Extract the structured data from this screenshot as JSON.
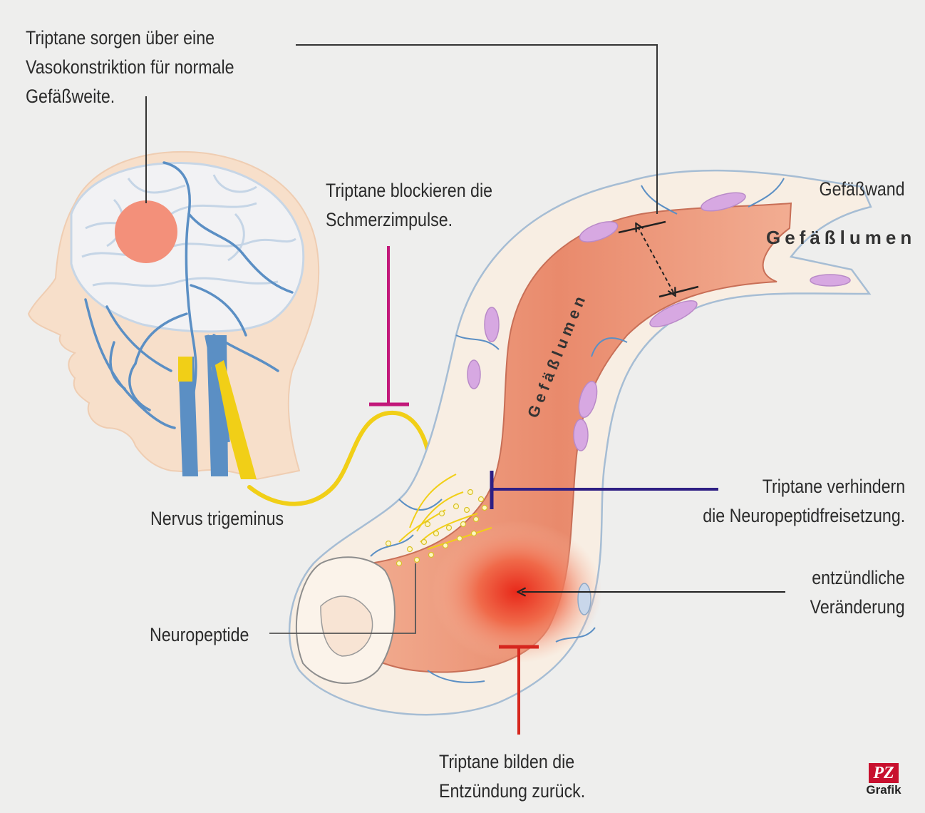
{
  "labels": {
    "vasoconstriction": [
      "Triptane sorgen über eine",
      "Vasokonstriktion für normale",
      "Gefäßweite."
    ],
    "block_pain": [
      "Triptane blockieren die",
      "Schmerzimpulse."
    ],
    "vessel_wall": "Gefäßwand",
    "vessel_lumen_right": "Gefäßlumen",
    "vessel_lumen_inner": "Gefäßlumen",
    "prevent_neuropeptide": [
      "Triptane verhindern",
      "die Neuropeptidfreisetzung."
    ],
    "nerve": "Nervus trigeminus",
    "inflammation": [
      "entzündliche",
      "Veränderung"
    ],
    "neuropeptides": "Neuropeptide",
    "reverse_inflammation": [
      "Triptane bilden die",
      "Entzündung zurück."
    ]
  },
  "logo": {
    "mark": "PZ",
    "text": "Grafik"
  },
  "colors": {
    "background": "#eeeeed",
    "head": "#f6dcc6",
    "brain_spot": "#f3907a",
    "vessel_blue": "#5b8fc4",
    "nerve_yellow": "#f1cf17",
    "vessel_lumen": "#ea8f72",
    "inflammation_red": "#e8291a",
    "magenta": "#c2187a",
    "navy": "#2e1f84",
    "red_blocker": "#d6271e",
    "cell_purple": "#d7a8e2"
  }
}
